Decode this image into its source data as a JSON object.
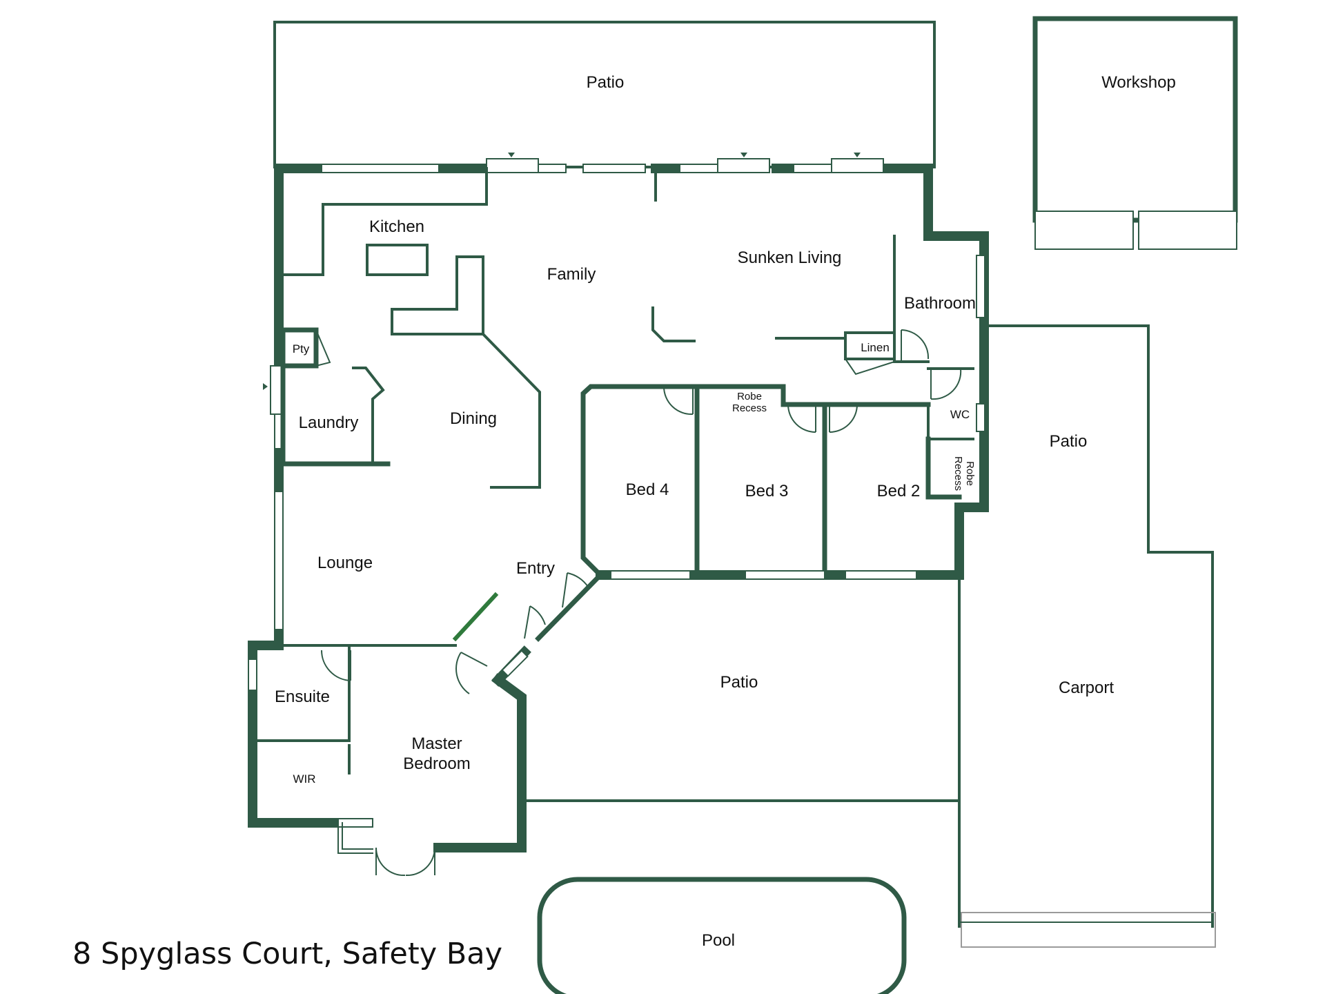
{
  "title": "8 Spyglass Court, Safety Bay",
  "colors": {
    "wall": "#2f5a46",
    "text": "#111111",
    "background": "#ffffff"
  },
  "rooms": {
    "patio_top": "Patio",
    "workshop": "Workshop",
    "kitchen": "Kitchen",
    "family": "Family",
    "sunken_living": "Sunken Living",
    "bathroom": "Bathroom",
    "pty": "Pty",
    "linen": "Linen",
    "laundry": "Laundry",
    "dining": "Dining",
    "robe_recess_1": "Robe",
    "robe_recess_2": "Recess",
    "wc": "WC",
    "robe_recess_side_1": "Robe",
    "robe_recess_side_2": "Recess",
    "patio_right": "Patio",
    "bed4": "Bed 4",
    "bed3": "Bed 3",
    "bed2": "Bed 2",
    "lounge": "Lounge",
    "entry": "Entry",
    "ensuite": "Ensuite",
    "master_1": "Master",
    "master_2": "Bedroom",
    "wir": "WIR",
    "patio_bottom": "Patio",
    "carport": "Carport",
    "pool": "Pool"
  }
}
